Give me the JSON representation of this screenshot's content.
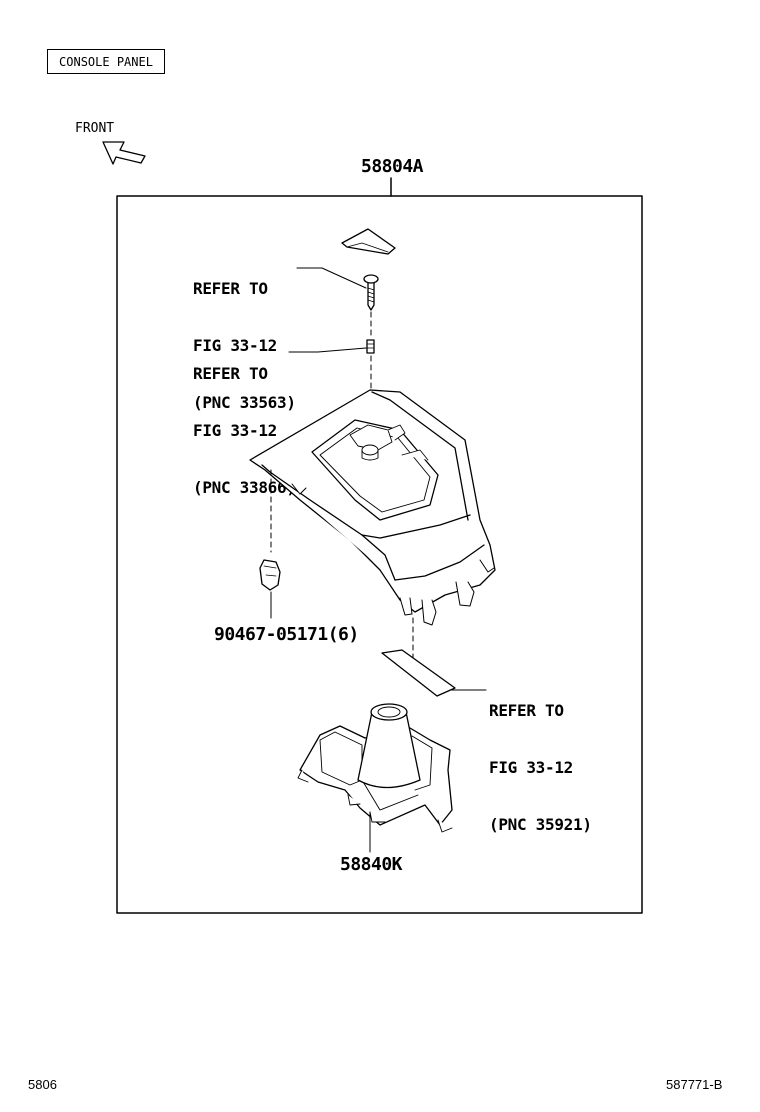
{
  "title": "CONSOLE PANEL",
  "front_label": "FRONT",
  "parts": {
    "assembly": "58804A",
    "clip": "90467-05171(6)",
    "boot": "58840K"
  },
  "references": [
    {
      "line1": "REFER TO",
      "line2": "FIG 33-12",
      "line3": "(PNC 33563)"
    },
    {
      "line1": "REFER TO",
      "line2": "FIG 33-12",
      "line3": "(PNC 33866)"
    },
    {
      "line1": "REFER TO",
      "line2": "FIG 33-12",
      "line3": "(PNC 35921)"
    }
  ],
  "footer": {
    "left": "5806",
    "right": "587771-B"
  }
}
